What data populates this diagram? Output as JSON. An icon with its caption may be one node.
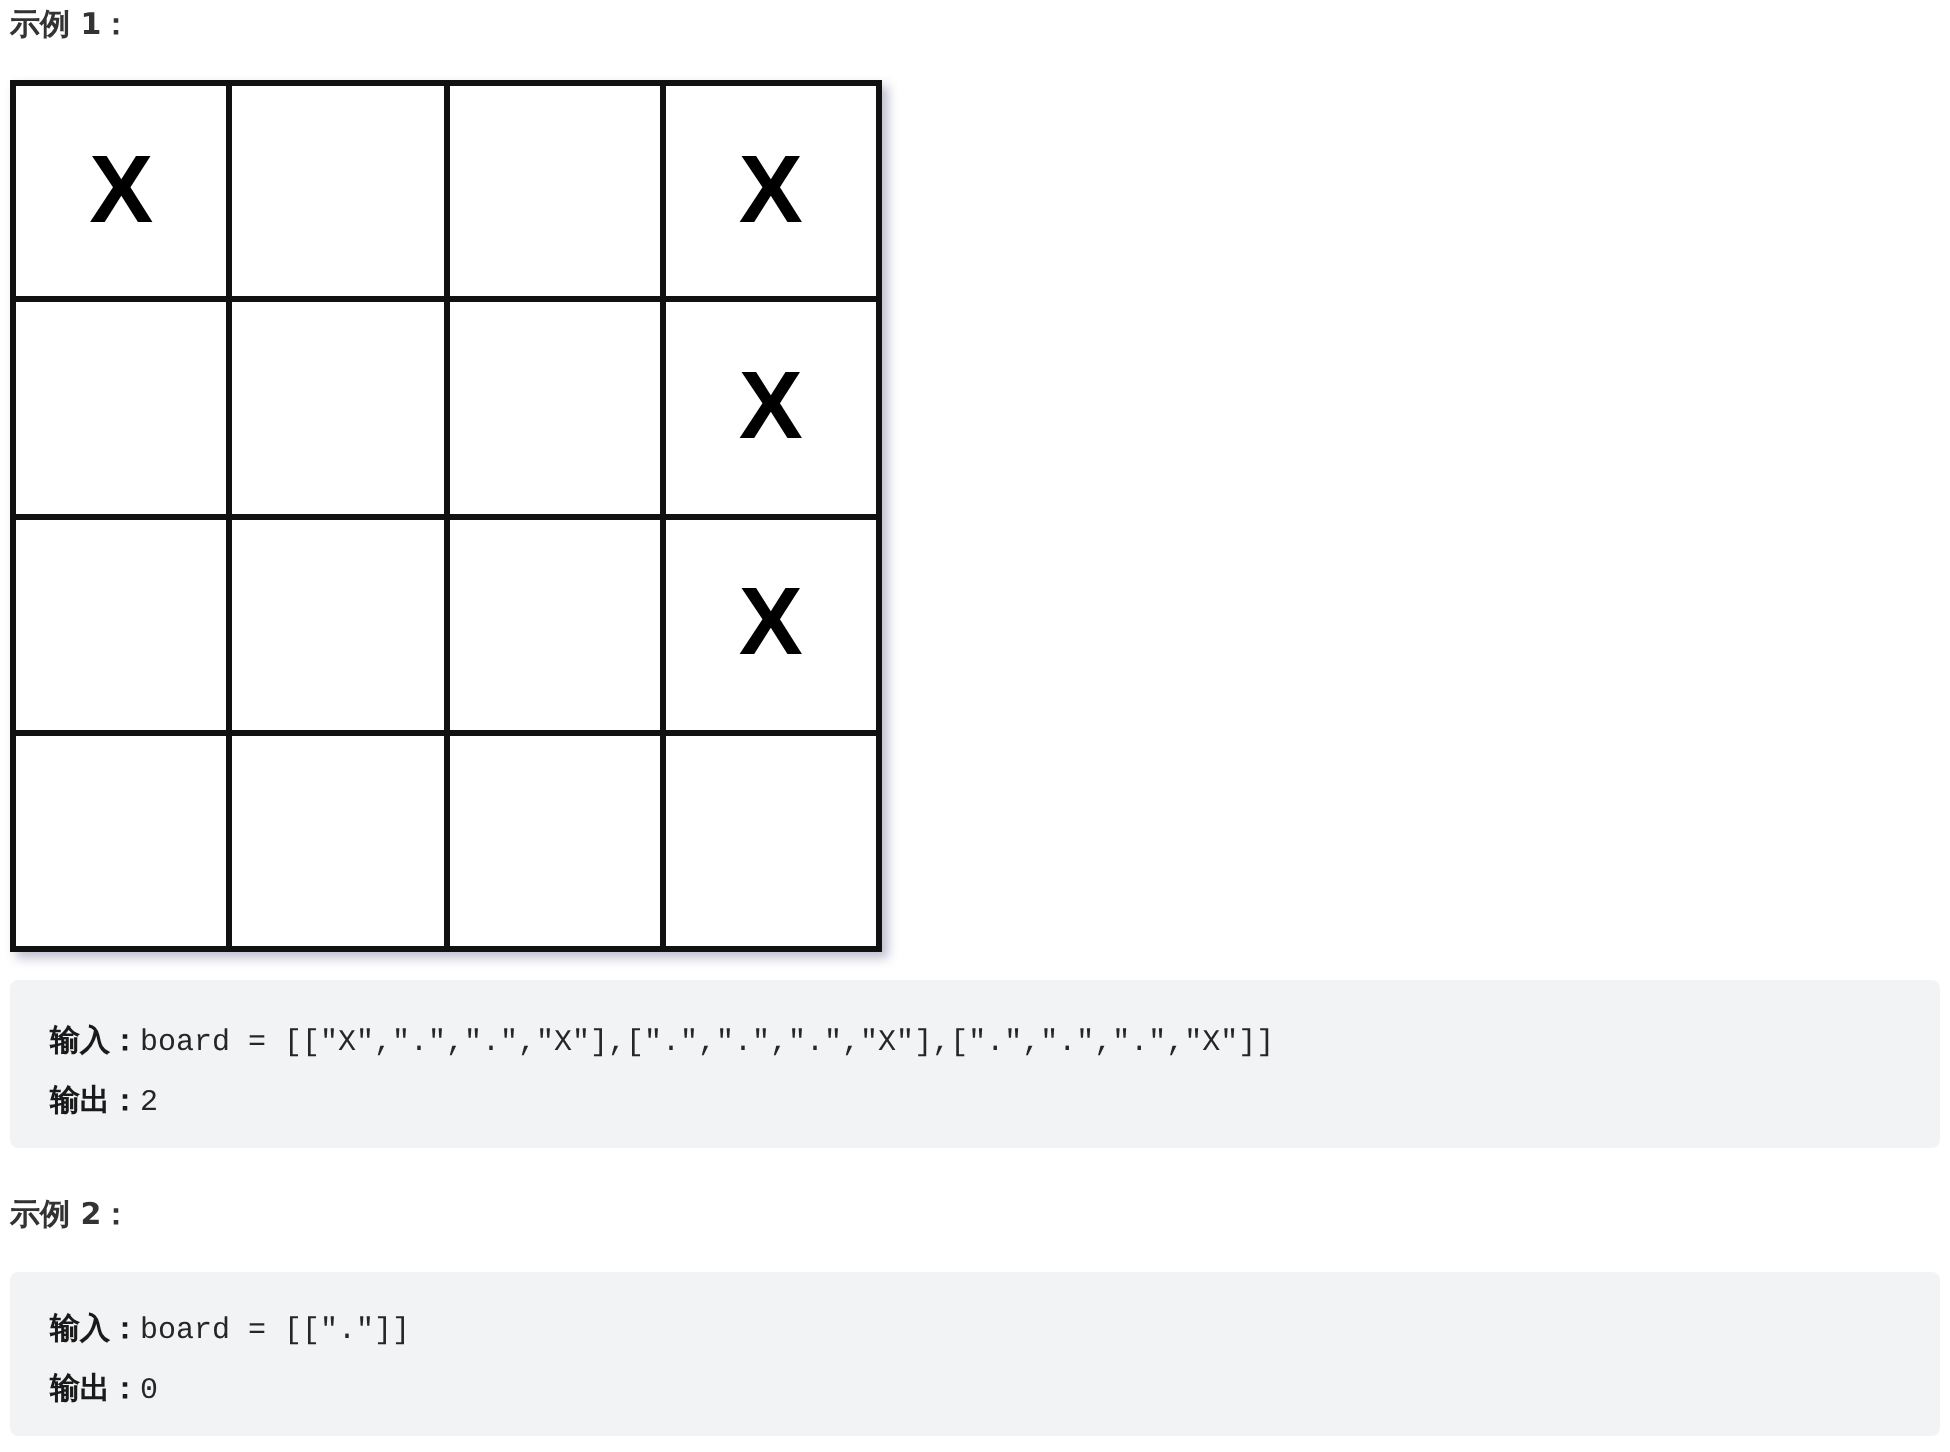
{
  "diagram": {
    "nodes": [
      {
        "text": [
          "X"
        ]
      },
      {
        "text": [],
        "shape": "box"
      },
      {
        "text": [],
        "shape": "box"
      },
      {
        "text": [
          "X"
        ]
      },
      {
        "text": [],
        "shape": "box"
      },
      {
        "text": [],
        "shape": "box"
      },
      {
        "text": [],
        "shape": "box"
      },
      {
        "text": [
          "X"
        ]
      },
      {
        "text": [],
        "shape": "box"
      },
      {
        "text": [],
        "shape": "box"
      },
      {
        "text": [],
        "shape": "box"
      },
      {
        "text": [
          "X"
        ]
      },
      {
        "text": [],
        "shape": "box"
      },
      {
        "text": [],
        "shape": "box"
      },
      {
        "text": [],
        "shape": "box"
      },
      {
        "text": [],
        "shape": "box"
      },
      {
        "text": [
          "**输入：**board = [[\"X\",\".\",\".\",\"X\"],[\".\",\".\",\".\",\"X\"],[\".\",\".\",\".\",\"X\"]]",
          "**输出：**2"
        ]
      },
      {
        "text": [
          "**输入：**board = [[\".\"]]",
          "**输出：**0"
        ]
      }
    ],
    "labels": [
      "示例 1：",
      "示例 2："
    ]
  }
}
